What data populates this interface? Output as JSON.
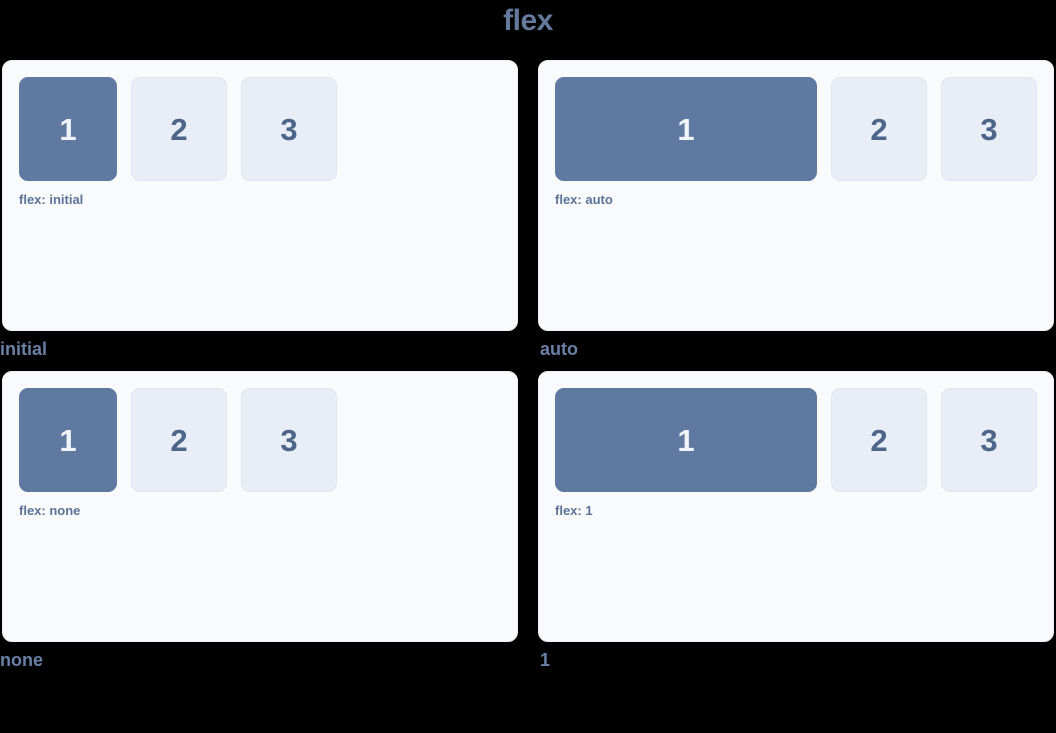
{
  "page": {
    "title": "flex",
    "background_color": "#000000",
    "title_color": "#64799b"
  },
  "theme": {
    "panel_background": "#f8fafc",
    "panel_border": "#eef1f6",
    "primary_box_fill": "#5f79a0",
    "primary_box_text": "#f1f5f9",
    "ghost_box_fill": "#e8edf6",
    "ghost_box_border": "#dfe6f1",
    "ghost_box_text": "#4c6589",
    "code_label_color": "#5b7396",
    "caption_color": "#6a80a6"
  },
  "demos": [
    {
      "caption": "initial",
      "code_label": "flex: initial",
      "mode": "initial",
      "boxes": [
        {
          "label": "1",
          "style": "primary"
        },
        {
          "label": "2",
          "style": "ghost"
        },
        {
          "label": "3",
          "style": "ghost"
        }
      ]
    },
    {
      "caption": "auto",
      "code_label": "flex: auto",
      "mode": "auto",
      "boxes": [
        {
          "label": "1",
          "style": "primary"
        },
        {
          "label": "2",
          "style": "ghost"
        },
        {
          "label": "3",
          "style": "ghost"
        }
      ]
    },
    {
      "caption": "none",
      "code_label": "flex: none",
      "mode": "none",
      "boxes": [
        {
          "label": "1",
          "style": "primary"
        },
        {
          "label": "2",
          "style": "ghost"
        },
        {
          "label": "3",
          "style": "ghost"
        }
      ]
    },
    {
      "caption": "1",
      "code_label": "flex: 1",
      "mode": "one",
      "boxes": [
        {
          "label": "1",
          "style": "primary"
        },
        {
          "label": "2",
          "style": "ghost"
        },
        {
          "label": "3",
          "style": "ghost"
        }
      ]
    }
  ]
}
